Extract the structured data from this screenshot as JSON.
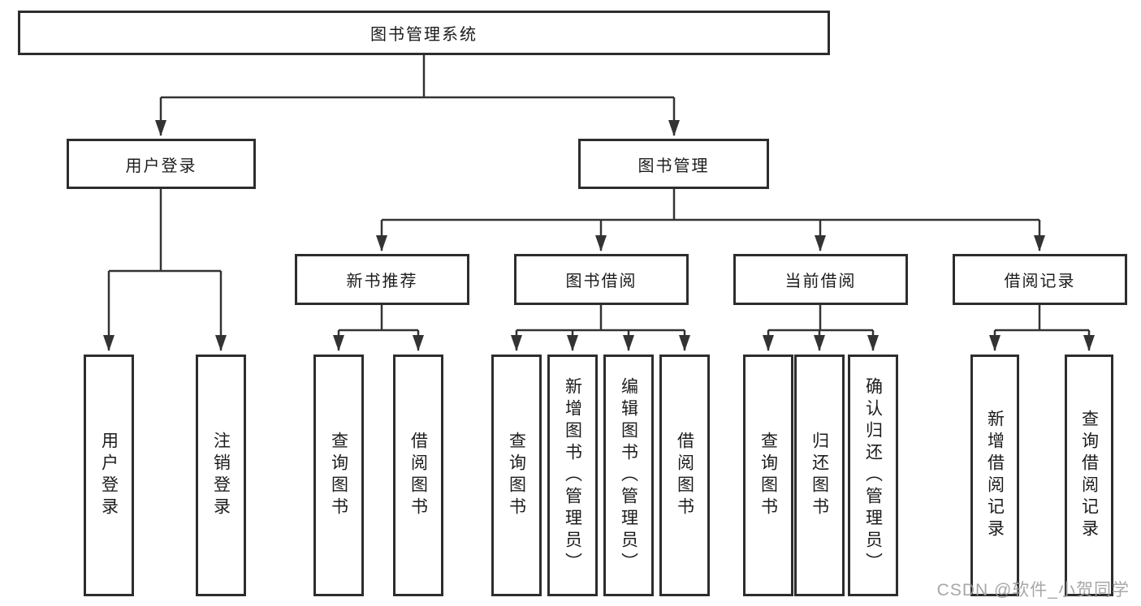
{
  "diagram": {
    "root": "图书管理系统",
    "level2": [
      "用户登录",
      "图书管理"
    ],
    "level3": [
      "新书推荐",
      "图书借阅",
      "当前借阅",
      "借阅记录"
    ],
    "leaves_user_login": [
      "用户登录",
      "注销登录"
    ],
    "leaves_new_book": [
      "查询图书",
      "借阅图书"
    ],
    "leaves_book_borrow": [
      "查询图书",
      "新增图书（管理员）",
      "编辑图书（管理员）",
      "借阅图书"
    ],
    "leaves_current_borrow": [
      "查询图书",
      "归还图书",
      "确认归还（管理员）"
    ],
    "leaves_borrow_record": [
      "新增借阅记录",
      "查询借阅记录"
    ]
  },
  "watermark": "CSDN @软件_小贺同学",
  "colors": {
    "line": "#333333",
    "box_border": "#2d2d2d",
    "background": "#ffffff",
    "text": "#1c1c1c",
    "watermark": "#a0a0a0"
  }
}
